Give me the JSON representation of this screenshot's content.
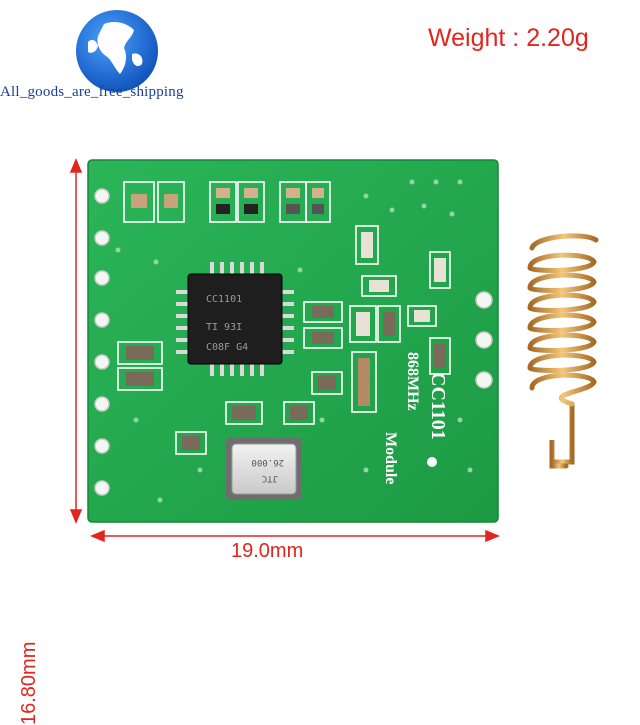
{
  "shop": {
    "logo_icon": "globe-icon",
    "name": "All_goods_are_free_shipping"
  },
  "specs": {
    "weight": "Weight : 2.20g",
    "width": "19.0mm",
    "height": "16.80mm"
  },
  "board": {
    "chip_lines": [
      "CC1101",
      "TI 93I",
      "C08F G4"
    ],
    "crystal_lines": [
      "JTC",
      "26.000"
    ],
    "silkscreen": [
      "CC1101",
      "868MHz",
      "Module"
    ]
  },
  "colors": {
    "accent_red": "#e0261e",
    "pcb_green": "#1fa64a",
    "antenna_gold": "#d79a4a",
    "logo_blue": "#1b5fc9"
  }
}
